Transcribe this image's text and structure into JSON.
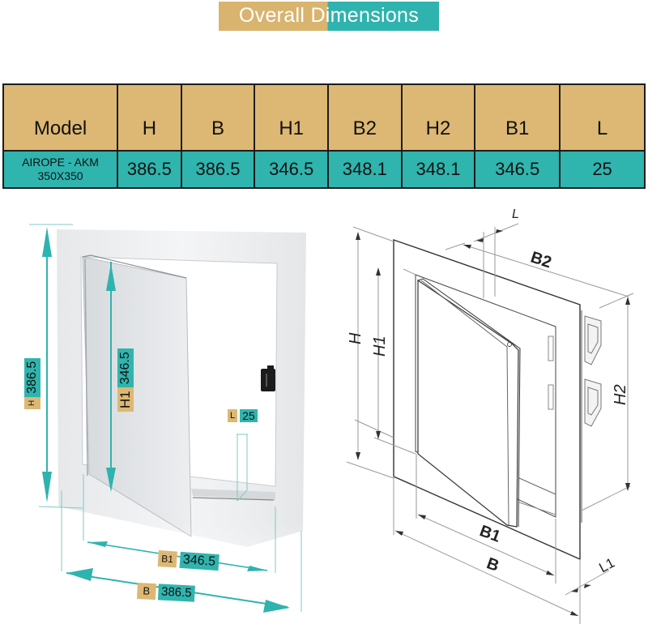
{
  "title": {
    "text": "Overall Dimensions",
    "colors": {
      "left": "#d9b46e",
      "right": "#2fb3ae",
      "text": "#ffffff"
    }
  },
  "table": {
    "headers": [
      "Model",
      "H",
      "B",
      "H1",
      "B2",
      "H2",
      "B1",
      "L"
    ],
    "row": {
      "model_line1": "AIROPE - AKM",
      "model_line2": "350X350",
      "values": [
        "386.5",
        "386.5",
        "346.5",
        "348.1",
        "348.1",
        "346.5",
        "25"
      ]
    },
    "colors": {
      "header_bg": "#ddb874",
      "row_bg": "#30b4ae",
      "border": "#1c1c1c"
    }
  },
  "photo_annotations": {
    "h": {
      "label": "H",
      "value": "386.5"
    },
    "h1": {
      "label": "H1",
      "value": "346.5"
    },
    "l": {
      "label": "L",
      "value": "25"
    },
    "b1": {
      "label": "B1",
      "value": "346.5"
    },
    "b": {
      "label": "B",
      "value": "386.5"
    },
    "arrow_color": "#2fb3ae"
  },
  "drawing_labels": {
    "l": "L",
    "b2": "B2",
    "h": "H",
    "h1": "H1",
    "h2": "H2",
    "b1": "B1",
    "b": "B",
    "l1": "L1"
  }
}
